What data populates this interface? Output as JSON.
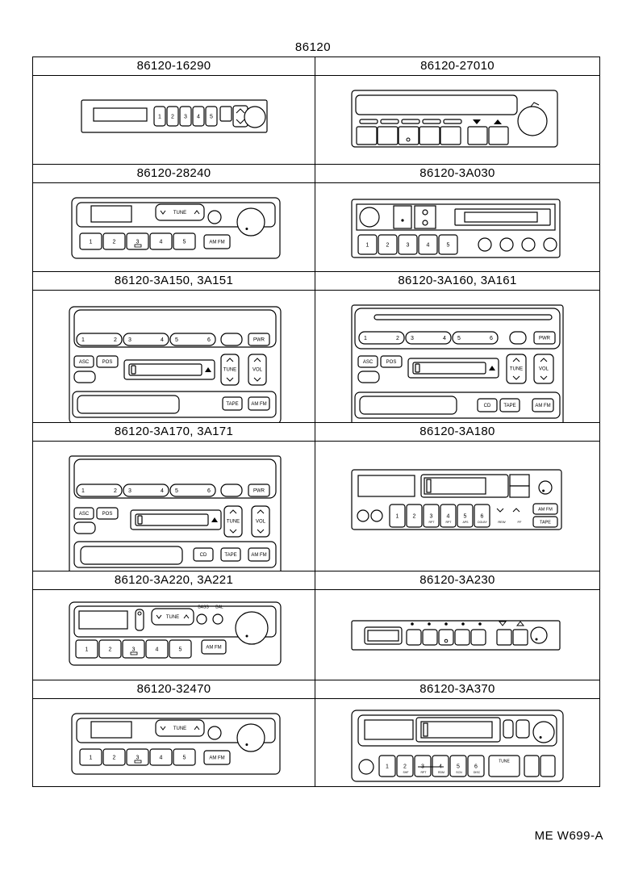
{
  "diagram": {
    "title": "86120",
    "doc_code": "ME  W699-A",
    "rows": [
      [
        {
          "part": "86120-16290",
          "style": "a"
        },
        {
          "part": "86120-27010",
          "style": "b"
        }
      ],
      [
        {
          "part": "86120-28240",
          "style": "c"
        },
        {
          "part": "86120-3A030",
          "style": "d"
        }
      ],
      [
        {
          "part": "86120-3A150, 3A151",
          "style": "e"
        },
        {
          "part": "86120-3A160, 3A161",
          "style": "f"
        }
      ],
      [
        {
          "part": "86120-3A170, 3A171",
          "style": "g"
        },
        {
          "part": "86120-3A180",
          "style": "h"
        }
      ],
      [
        {
          "part": "86120-3A220, 3A221",
          "style": "i"
        },
        {
          "part": "86120-3A230",
          "style": "j"
        }
      ],
      [
        {
          "part": "86120-32470",
          "style": "c"
        },
        {
          "part": "86120-3A370",
          "style": "k"
        }
      ]
    ],
    "buttons": {
      "tune": "TUNE",
      "vol": "VOL",
      "am_fm": "AM FM",
      "pwr": "PWR",
      "asc": "ASC",
      "pos": "POS",
      "tape": "TAPE",
      "cd": "CD",
      "bass": "BASS",
      "bal": "BAL",
      "rew": "REW",
      "ff": "FF"
    }
  }
}
